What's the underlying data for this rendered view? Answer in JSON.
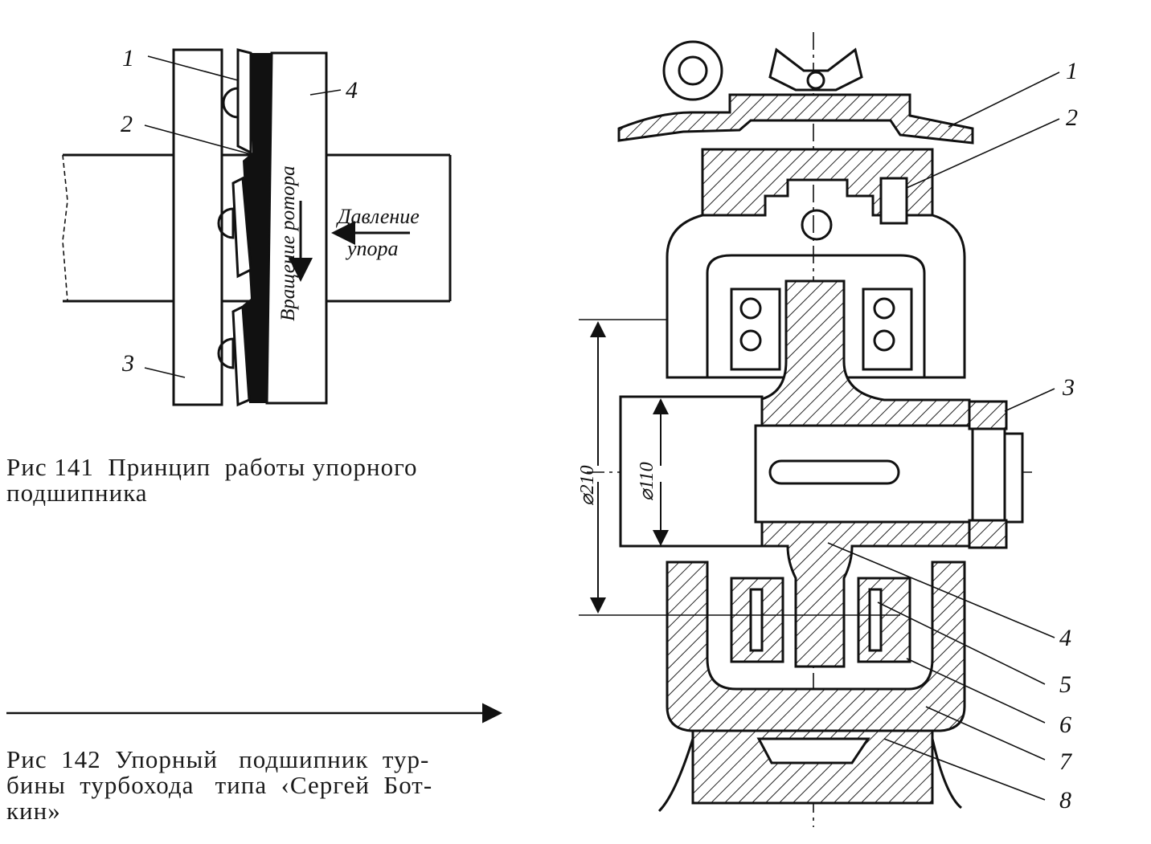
{
  "fig141": {
    "labels": [
      "1",
      "2",
      "3",
      "4"
    ],
    "rotation_text": "Вращение ротора",
    "pressure_text_1": "Давление",
    "pressure_text_2": "упора",
    "caption_line1": "Рис 141  Принцип  работы упорного",
    "caption_line2": "подшипника"
  },
  "fig142": {
    "labels": [
      "1",
      "2",
      "3",
      "4",
      "5",
      "6",
      "7",
      "8"
    ],
    "dim_outer": "⌀210",
    "dim_inner": "⌀110",
    "caption_line1": "Рис  142  Упорный   подшипник  тур-",
    "caption_line2": "бины  турбохода   типа  ‹Сергей  Бот-",
    "caption_line3": "кин»"
  }
}
